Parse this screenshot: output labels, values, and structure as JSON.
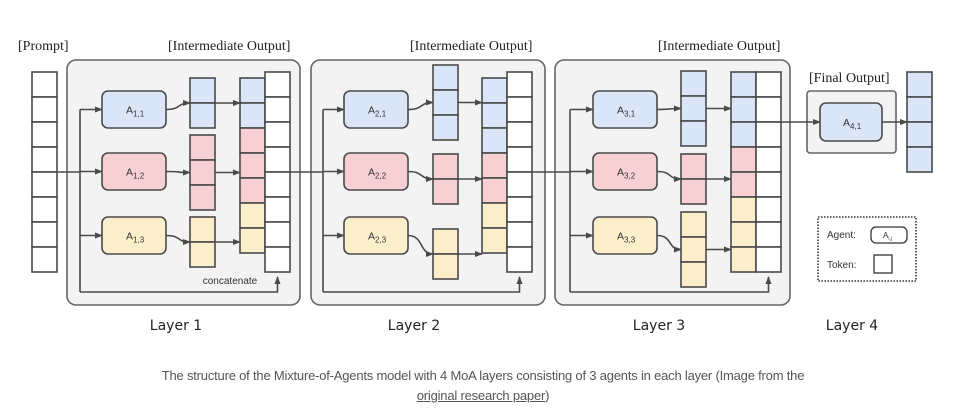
{
  "headers": {
    "prompt": "[Prompt]",
    "intermediate": "[Intermediate Output]",
    "final": "[Final Output]"
  },
  "colors": {
    "blue": "#dae6f8",
    "red": "#f6d0d3",
    "yellow": "#fbeecb",
    "layer_bg": "#f3f3f3",
    "stroke": "#4a4a4a"
  },
  "prompt_tokens": 8,
  "layers": [
    {
      "label": "Layer 1",
      "agents": [
        {
          "name": "A",
          "sub": "1,1",
          "color": "blue",
          "out_tokens": 2
        },
        {
          "name": "A",
          "sub": "1,2",
          "color": "red",
          "out_tokens": 3
        },
        {
          "name": "A",
          "sub": "1,3",
          "color": "yellow",
          "out_tokens": 2
        }
      ],
      "concat_label": "concatenate",
      "concat_tokens": [
        "blue",
        "blue",
        "red",
        "red",
        "red",
        "yellow",
        "yellow"
      ],
      "context_tokens": 8
    },
    {
      "label": "Layer 2",
      "agents": [
        {
          "name": "A",
          "sub": "2,1",
          "color": "blue",
          "out_tokens": 3
        },
        {
          "name": "A",
          "sub": "2,2",
          "color": "red",
          "out_tokens": 2
        },
        {
          "name": "A",
          "sub": "2,3",
          "color": "yellow",
          "out_tokens": 2
        }
      ],
      "concat_tokens": [
        "blue",
        "blue",
        "blue",
        "red",
        "red",
        "yellow",
        "yellow"
      ],
      "context_tokens": 8
    },
    {
      "label": "Layer 3",
      "agents": [
        {
          "name": "A",
          "sub": "3,1",
          "color": "blue",
          "out_tokens": 3
        },
        {
          "name": "A",
          "sub": "3,2",
          "color": "red",
          "out_tokens": 2
        },
        {
          "name": "A",
          "sub": "3,3",
          "color": "yellow",
          "out_tokens": 3
        }
      ],
      "concat_tokens": [
        "blue",
        "blue",
        "blue",
        "red",
        "red",
        "yellow",
        "yellow",
        "yellow"
      ],
      "context_tokens": 8
    },
    {
      "label": "Layer 4",
      "agents": [
        {
          "name": "A",
          "sub": "4,1",
          "color": "blue",
          "out_tokens": 4
        }
      ]
    }
  ],
  "legend": {
    "agent_label": "Agent:",
    "agent_symbol": "A",
    "agent_symbol_sub": "i,j",
    "token_label": "Token:"
  },
  "caption": {
    "text": "The structure of the Mixture-of-Agents model with 4 MoA layers consisting of 3 agents in each layer (Image from the",
    "link_text": "original research paper",
    "suffix": ")"
  }
}
